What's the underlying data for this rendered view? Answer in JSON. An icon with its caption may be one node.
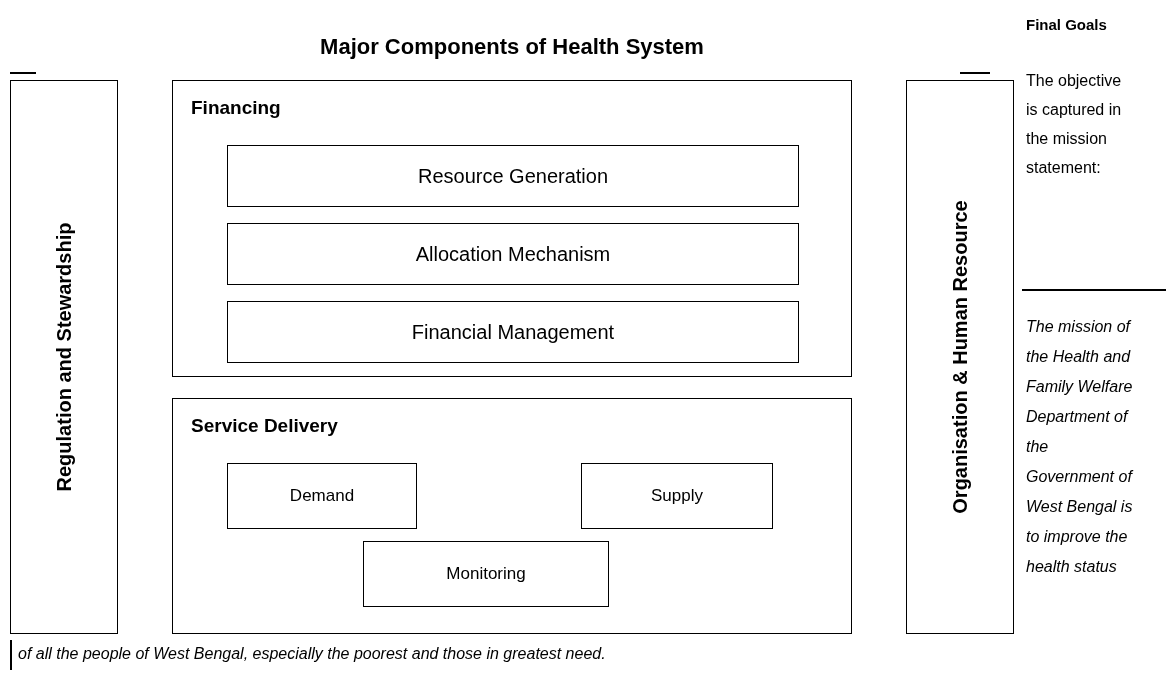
{
  "diagram": {
    "title": "Major Components of Health System",
    "nodes": [
      {
        "text": [
          "Regulation and Stewardship"
        ]
      },
      {
        "text": [
          "Financing"
        ]
      },
      {
        "text": [
          "Resource Generation"
        ],
        "in": 1
      },
      {
        "text": [
          "Allocation Mechanism"
        ],
        "in": 1
      },
      {
        "text": [
          "Financial Management"
        ],
        "in": 1
      },
      {
        "text": [
          "Service Delivery"
        ]
      },
      {
        "text": [
          "Demand"
        ],
        "in": 5
      },
      {
        "text": [
          "Supply"
        ],
        "in": 5
      },
      {
        "text": [
          "Monitoring"
        ],
        "in": 5
      },
      {
        "text": [
          "Organisation & Human Resource"
        ]
      }
    ],
    "edges": [],
    "labels": [
      "Final Goals",
      "The objective is captured in the mission statement:",
      "The mission of the Health and Family Welfare Department of the Government of West Bengal is to improve the health status",
      "of all the people of West Bengal, especially the poorest and those in greatest need."
    ]
  }
}
